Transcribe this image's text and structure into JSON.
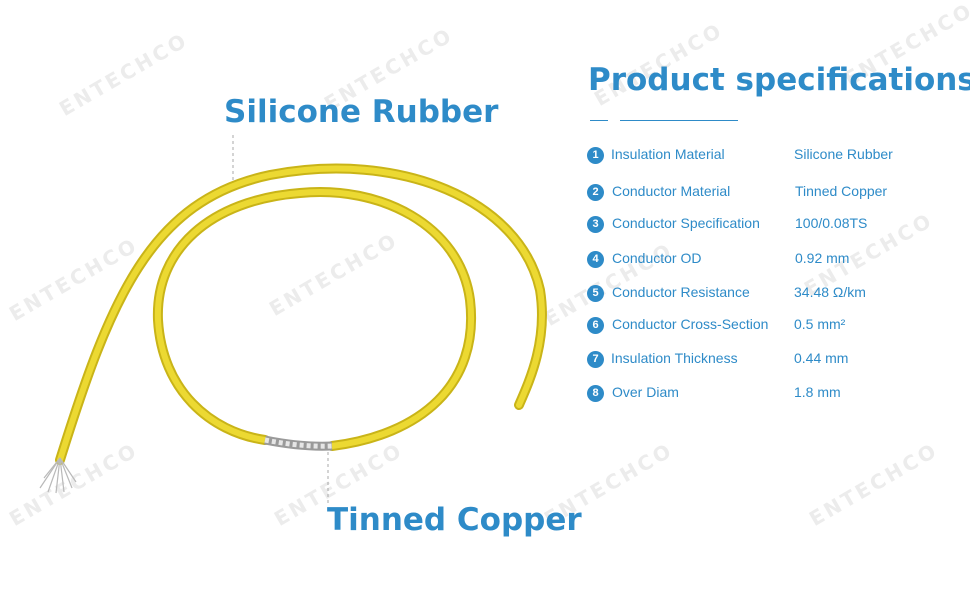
{
  "watermark": "ENTECHCO",
  "callouts": {
    "silicone_rubber": "Silicone Rubber",
    "tinned_copper": "Tinned Copper"
  },
  "specs": {
    "title": "Product specifications",
    "rows": [
      {
        "num": "1",
        "label": "Insulation Material",
        "value": "Silicone Rubber"
      },
      {
        "num": "2",
        "label": "Conductor Material",
        "value": "Tinned Copper"
      },
      {
        "num": "3",
        "label": "Conductor Specification",
        "value": "100/0.08TS"
      },
      {
        "num": "4",
        "label": "Conductor OD",
        "value": "0.92 mm"
      },
      {
        "num": "5",
        "label": "Conductor Resistance",
        "value": "34.48 Ω/km"
      },
      {
        "num": "6",
        "label": "Conductor Cross-Section",
        "value": "0.5 mm²"
      },
      {
        "num": "7",
        "label": "Insulation Thickness",
        "value": "0.44 mm"
      },
      {
        "num": "8",
        "label": "Over Diam",
        "value": "1.8 mm"
      }
    ]
  },
  "colors": {
    "accent": "#2e8bc8",
    "wire_insulation": "#e6d22c",
    "conductor": "#c8c8c8"
  }
}
